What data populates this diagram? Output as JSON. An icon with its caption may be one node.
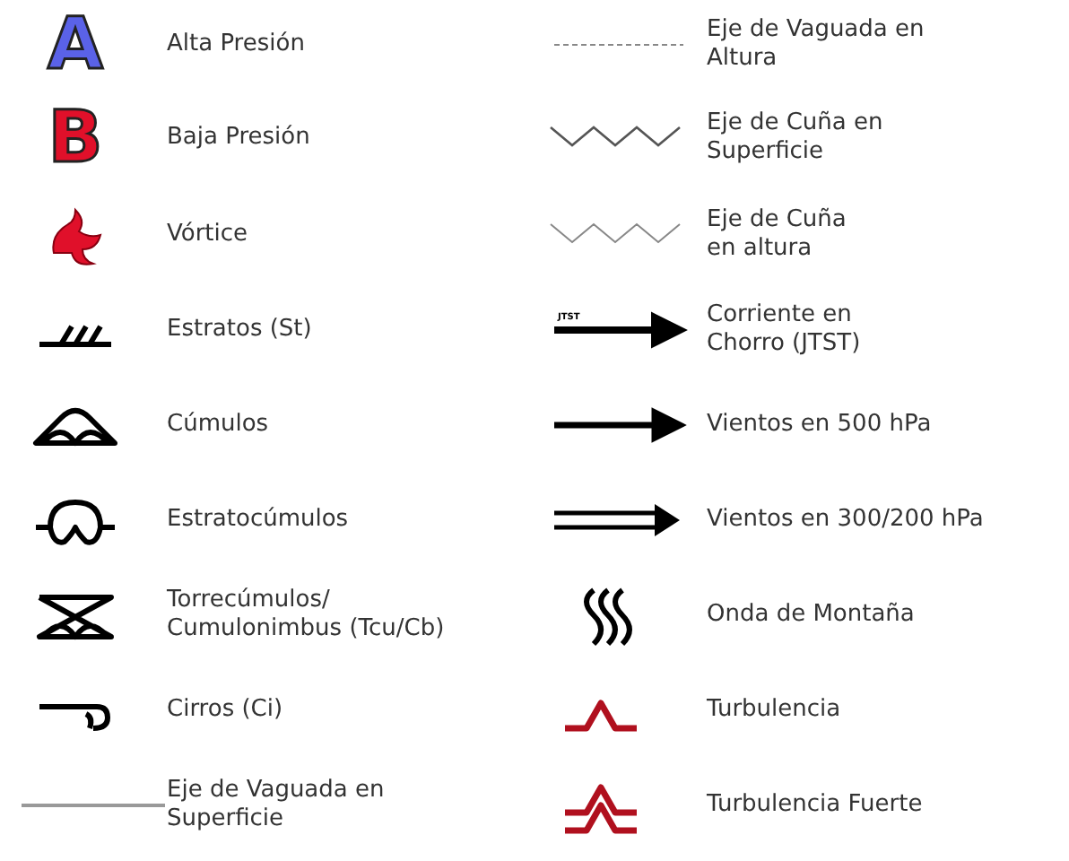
{
  "diagram": {
    "labels": [
      "A",
      "B",
      "JTST"
    ],
    "legend": [
      {
        "text": "Alta Presión"
      },
      {
        "text": "Baja Presión"
      },
      {
        "text": "Vórtice"
      },
      {
        "text": "Estratos (St)"
      },
      {
        "text": "Cúmulos"
      },
      {
        "text": "Estratocúmulos"
      },
      {
        "text": "Torrecúmulos/ Cumulonimbus (Tcu/Cb)"
      },
      {
        "text": "Cirros (Ci)"
      },
      {
        "text": "Eje de Vaguada en Superficie"
      },
      {
        "text": "Eje de Vaguada en Altura"
      },
      {
        "text": "Eje de Cuña en Superficie"
      },
      {
        "text": "Eje de Cuña en altura"
      },
      {
        "text": "Corriente en Chorro (JTST)"
      },
      {
        "text": "Vientos en 500 hPa"
      },
      {
        "text": "Vientos en 300/200 hPa"
      },
      {
        "text": "Onda de Montaña"
      },
      {
        "text": "Turbulencia"
      },
      {
        "text": "Turbulencia Fuerte"
      }
    ]
  }
}
